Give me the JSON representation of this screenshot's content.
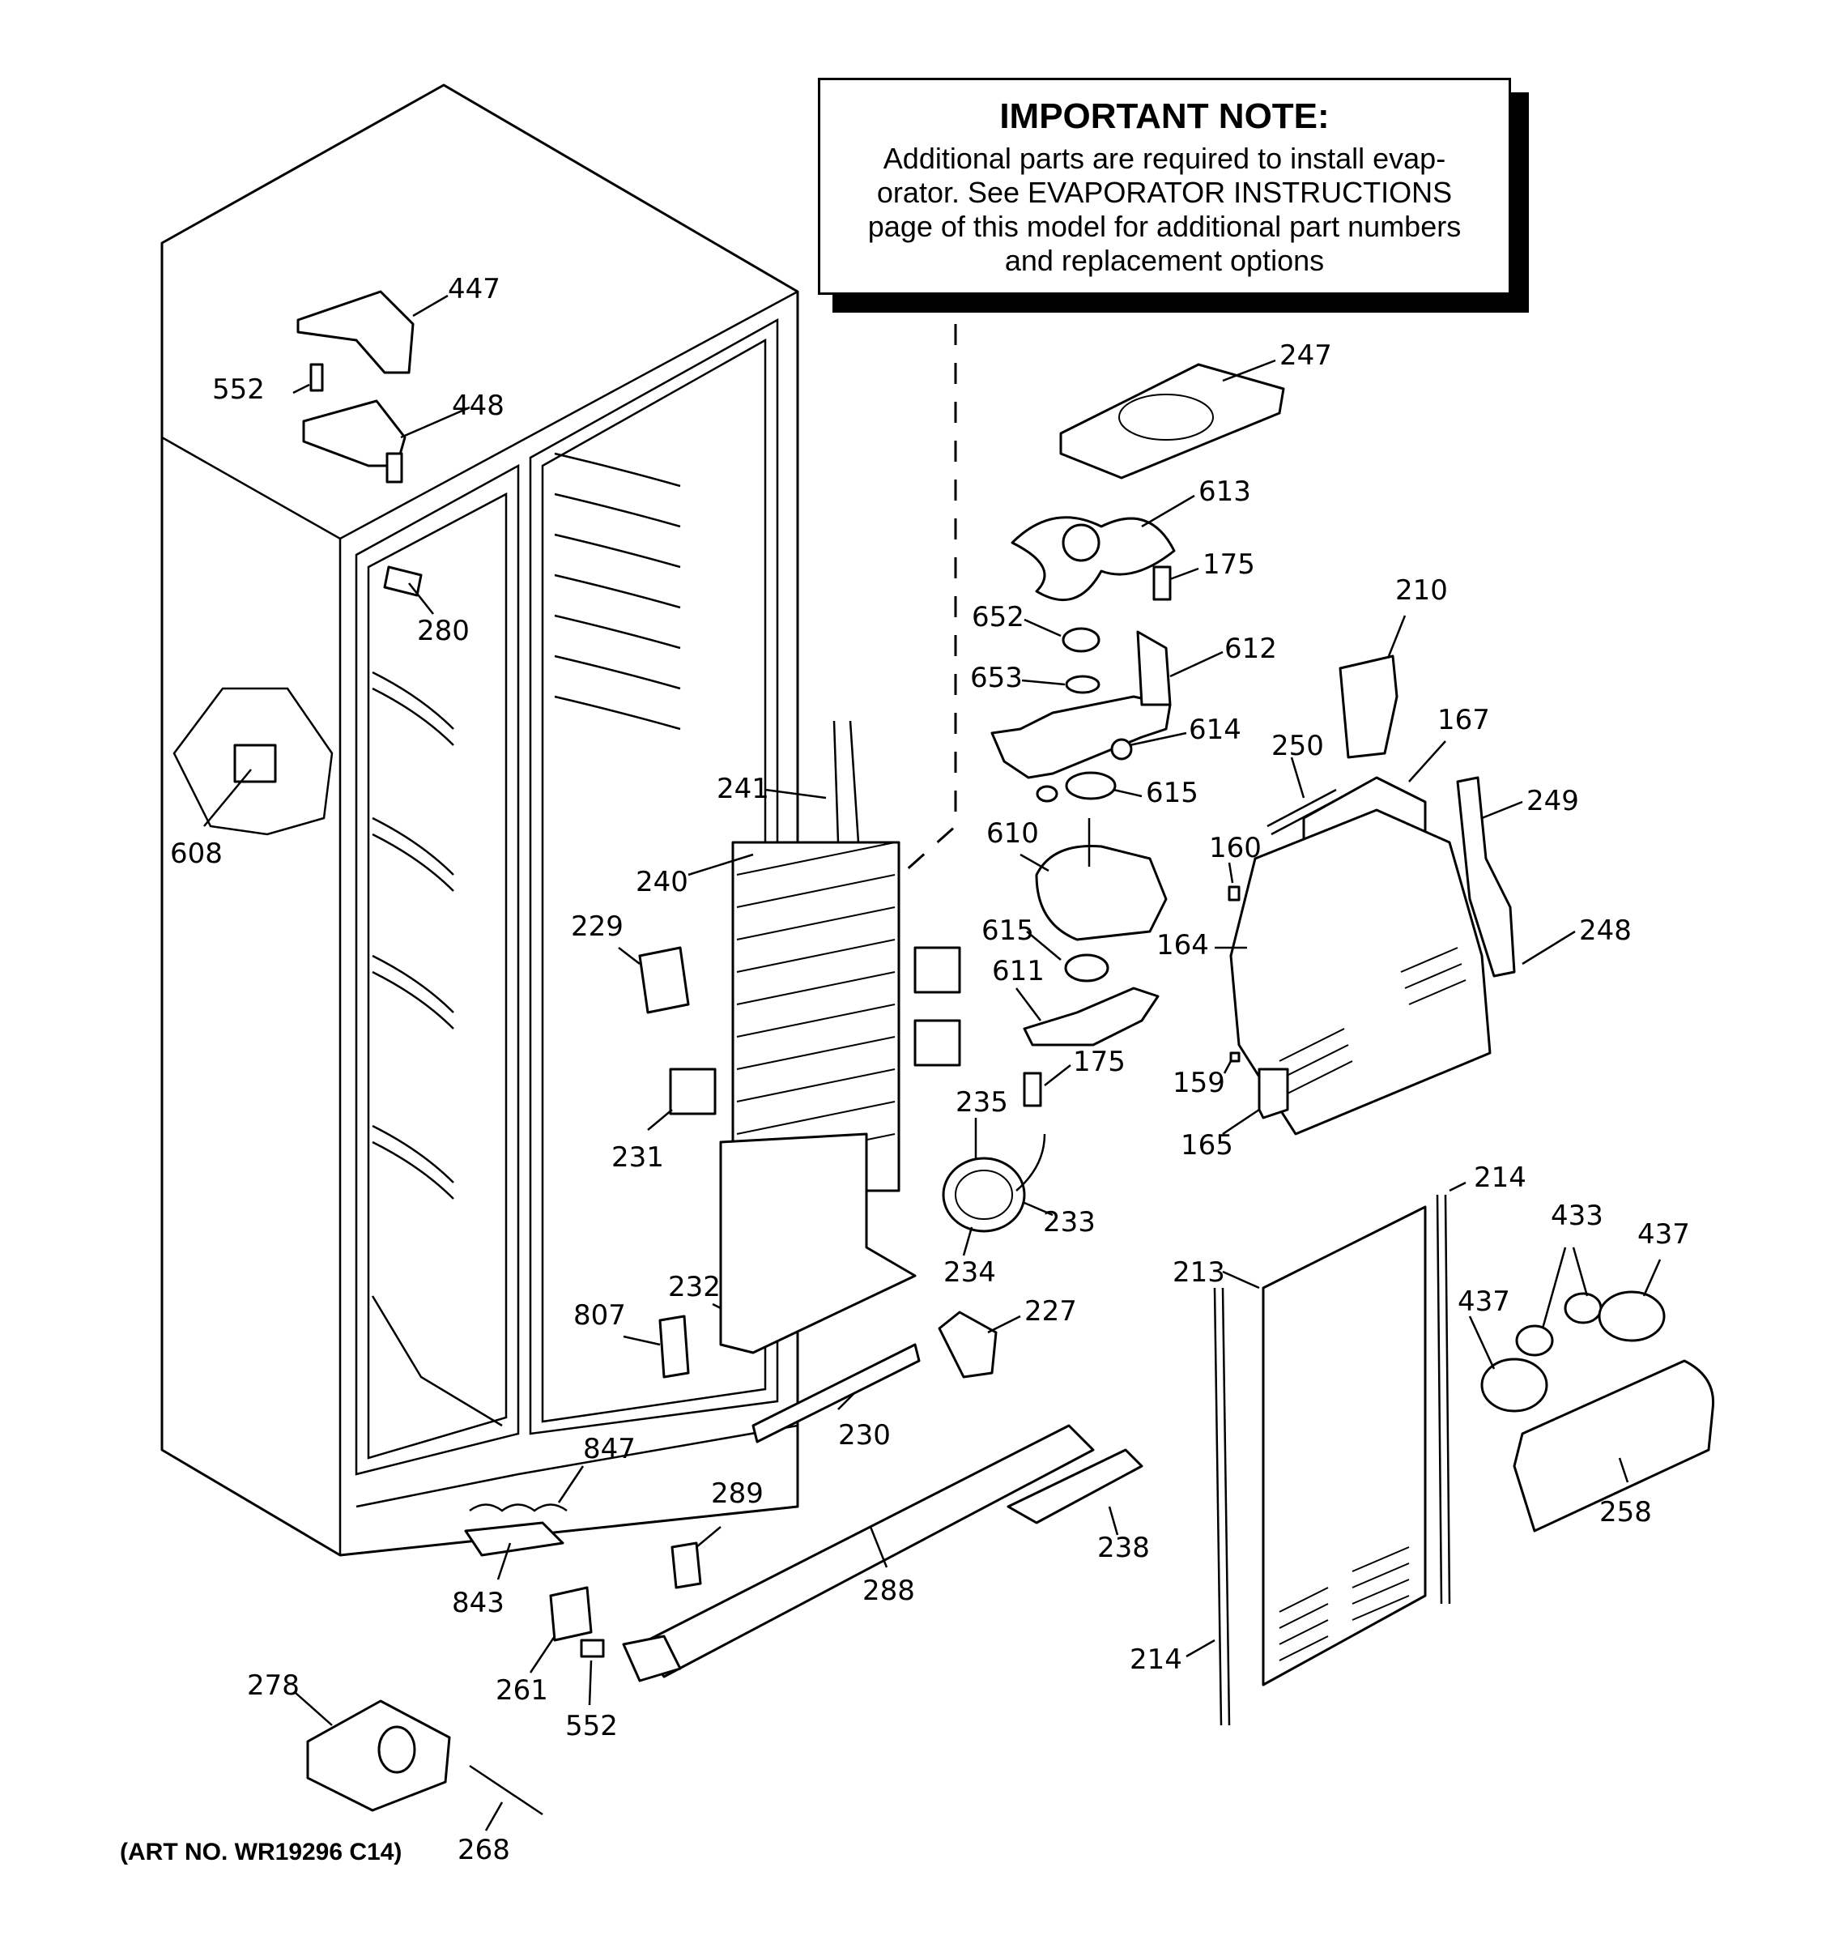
{
  "note": {
    "title": "IMPORTANT NOTE:",
    "lines": [
      "Additional parts are required to install evap-",
      "orator.  See EVAPORATOR INSTRUCTIONS",
      "page of this model for additional part numbers",
      "and replacement options"
    ]
  },
  "art_number": "(ART NO. WR19296 C14)",
  "part_labels": [
    "447",
    "552",
    "448",
    "280",
    "608",
    "241",
    "240",
    "229",
    "231",
    "247",
    "613",
    "175",
    "652",
    "612",
    "653",
    "614",
    "615",
    "610",
    "615",
    "611",
    "175",
    "235",
    "233",
    "234",
    "232",
    "807",
    "227",
    "230",
    "210",
    "167",
    "250",
    "249",
    "160",
    "164",
    "248",
    "159",
    "165",
    "214",
    "433",
    "437",
    "437",
    "213",
    "258",
    "847",
    "843",
    "289",
    "288",
    "238",
    "261",
    "552",
    "278",
    "268",
    "214"
  ]
}
